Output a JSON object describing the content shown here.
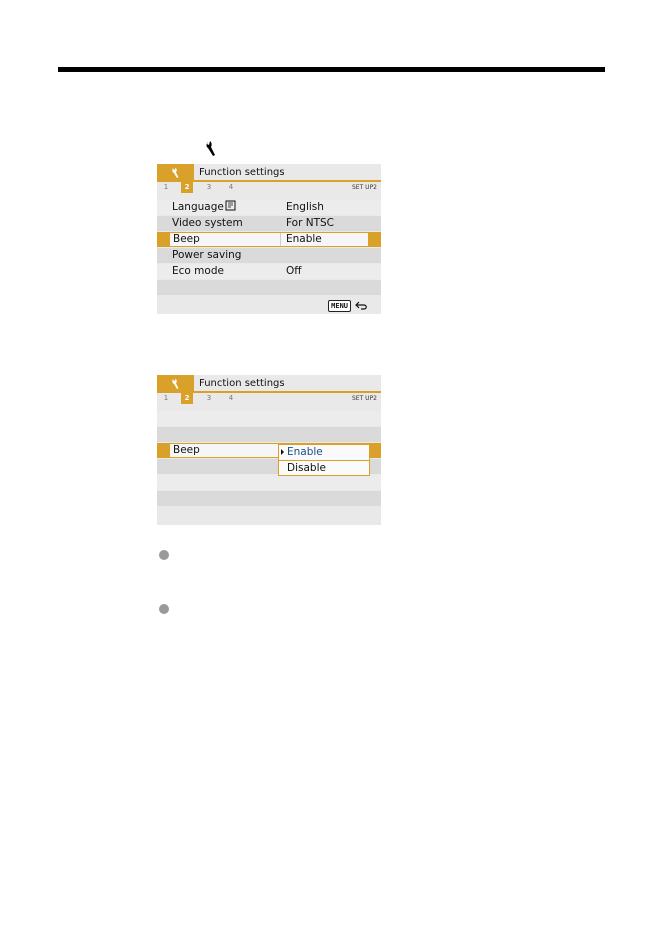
{
  "screen1": {
    "header_title": "Function settings",
    "tabs": [
      "1",
      "2",
      "3",
      "4"
    ],
    "active_tab": "2",
    "set_label": "SET UP2",
    "rows": [
      {
        "label": "Language",
        "value": "English"
      },
      {
        "label": "Video system",
        "value": "For NTSC"
      },
      {
        "label": "Beep",
        "value": "Enable"
      },
      {
        "label": "Power saving",
        "value": ""
      },
      {
        "label": "Eco mode",
        "value": "Off"
      }
    ],
    "footer_button": "MENU"
  },
  "screen2": {
    "header_title": "Function settings",
    "tabs": [
      "1",
      "2",
      "3",
      "4"
    ],
    "active_tab": "2",
    "set_label": "SET UP2",
    "row_label": "Beep",
    "options": [
      "Enable",
      "Disable"
    ],
    "selected_option": "Enable"
  },
  "colors": {
    "accent": "#d9a02a",
    "selected_text": "#1a4f8a",
    "bullet": "#9a9a9a"
  },
  "icons": [
    "wrench-icon",
    "language-icon",
    "back-arrow-icon",
    "bullet-icon"
  ]
}
